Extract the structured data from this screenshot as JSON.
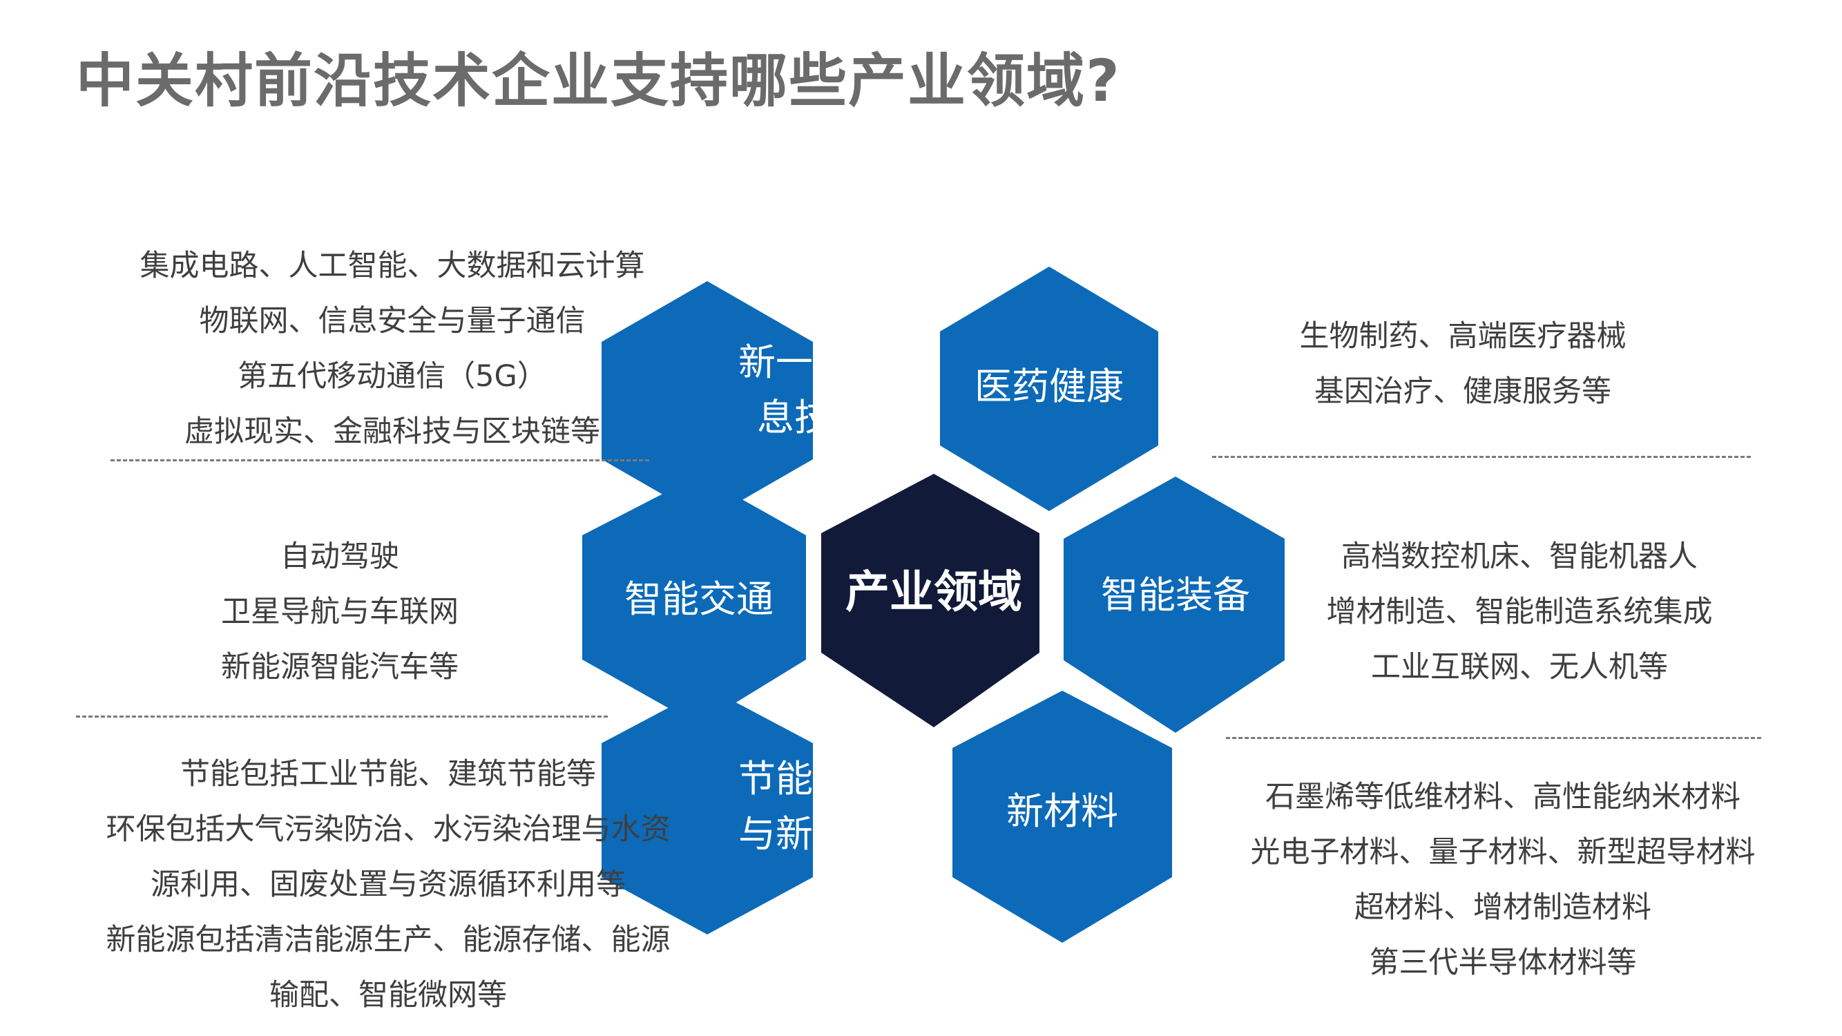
{
  "title": "中关村前沿技术企业支持哪些产业领域?",
  "colors": {
    "hex_blue": "#0c6ab8",
    "hex_center": "#121a3a",
    "title_gray": "#6b6b6b",
    "text_gray": "#3f3f3f"
  },
  "center": {
    "label": "产业领域"
  },
  "hexes": [
    {
      "id": "it",
      "lines": [
        "新一代信",
        "息技术"
      ]
    },
    {
      "id": "health",
      "lines": [
        "医药健康"
      ]
    },
    {
      "id": "transport",
      "lines": [
        "智能交通"
      ]
    },
    {
      "id": "equipment",
      "lines": [
        "智能装备"
      ]
    },
    {
      "id": "energy",
      "lines": [
        "节能环保",
        "与新能源"
      ]
    },
    {
      "id": "materials",
      "lines": [
        "新材料"
      ]
    }
  ],
  "descriptions": {
    "it": [
      "集成电路、人工智能、大数据和云计算",
      "物联网、信息安全与量子通信",
      "第五代移动通信（5G）",
      "虚拟现实、金融科技与区块链等"
    ],
    "health": [
      "生物制药、高端医疗器械",
      "基因治疗、健康服务等"
    ],
    "transport": [
      "自动驾驶",
      "卫星导航与车联网",
      "新能源智能汽车等"
    ],
    "equipment": [
      "高档数控机床、智能机器人",
      "增材制造、智能制造系统集成",
      "工业互联网、无人机等"
    ],
    "energy": [
      "节能包括工业节能、建筑节能等",
      "环保包括大气污染防治、水污染治理与水资",
      "源利用、固废处置与资源循环利用等",
      "新能源包括清洁能源生产、能源存储、能源",
      "输配、智能微网等"
    ],
    "materials": [
      "石墨烯等低维材料、高性能纳米材料",
      "光电子材料、量子材料、新型超导材料",
      "超材料、增材制造材料",
      "第三代半导体材料等"
    ]
  }
}
